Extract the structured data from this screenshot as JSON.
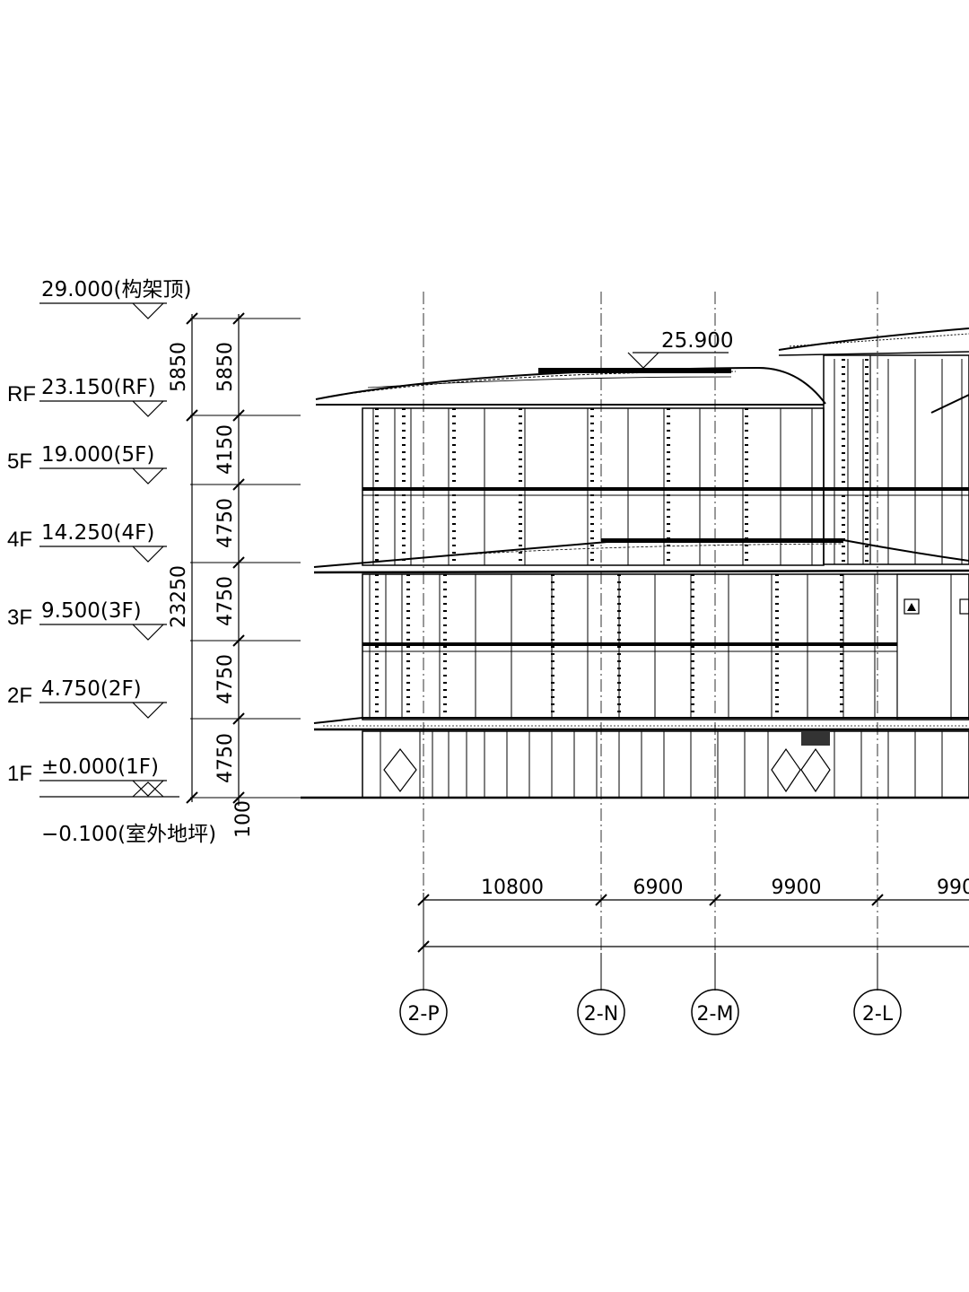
{
  "levels": [
    {
      "id": "top",
      "floor": "",
      "elevation": "29.000",
      "tag": "(构架顶)"
    },
    {
      "id": "rf",
      "floor": "RF",
      "elevation": "23.150",
      "tag": "(RF)"
    },
    {
      "id": "5f",
      "floor": "5F",
      "elevation": "19.000",
      "tag": "(5F)"
    },
    {
      "id": "4f",
      "floor": "4F",
      "elevation": "14.250",
      "tag": "(4F)"
    },
    {
      "id": "3f",
      "floor": "3F",
      "elevation": "9.500",
      "tag": "(3F)"
    },
    {
      "id": "2f",
      "floor": "2F",
      "elevation": "4.750",
      "tag": "(2F)"
    },
    {
      "id": "1f",
      "floor": "1F",
      "elevation": "±0.000",
      "tag": "(1F)"
    },
    {
      "id": "ground",
      "floor": "",
      "elevation": "−0.100",
      "tag": "(室外地坪)"
    }
  ],
  "roof_elevation": "25.900",
  "vertical_dims": {
    "outer": [
      "5850",
      "23250"
    ],
    "inner": [
      "5850",
      "4150",
      "4750",
      "4750",
      "4750",
      "4750"
    ],
    "below": "100"
  },
  "horizontal_dims": [
    "10800",
    "6900",
    "9900",
    "990"
  ],
  "axes": [
    "2-P",
    "2-N",
    "2-M",
    "2-L"
  ]
}
